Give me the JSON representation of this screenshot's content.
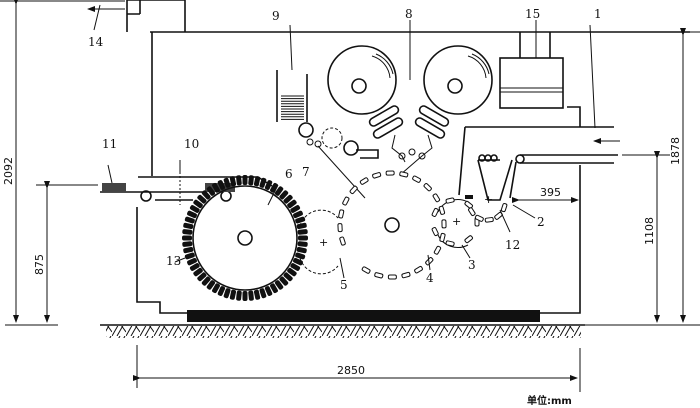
{
  "title": "Machine layout drawing",
  "part_labels": {
    "p1": "1",
    "p2": "2",
    "p3": "3",
    "p4": "4",
    "p5": "5",
    "p6": "6",
    "p7": "7",
    "p8": "8",
    "p9": "9",
    "p10": "10",
    "p11": "11",
    "p12": "12",
    "p13": "13",
    "p14": "14",
    "p15": "15"
  },
  "dimensions": {
    "total_height": "2092",
    "outfeed_height": "875",
    "machine_height": "1878",
    "infeed_height": "1108",
    "infeed_offset": "395",
    "total_length": "2850"
  },
  "unit_note": "单位:mm",
  "colors": {
    "ink": "#111111",
    "paper": "#ffffff"
  }
}
